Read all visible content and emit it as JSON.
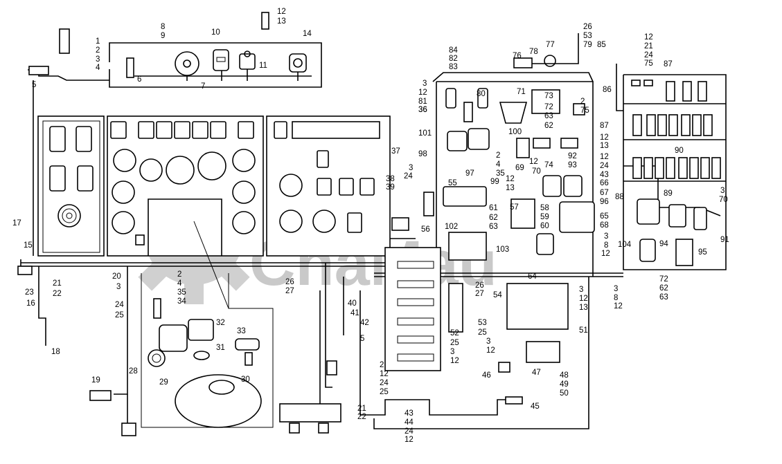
{
  "watermark": "CnaMau",
  "callouts": {
    "parts_top": [
      "1",
      "2",
      "3",
      "4",
      "5",
      "6",
      "7",
      "8",
      "9",
      "10",
      "11",
      "12",
      "13",
      "14"
    ],
    "gauges": [
      "15",
      "16",
      "17",
      "18",
      "19",
      "20",
      "21",
      "22",
      "23"
    ],
    "steering": [
      "2",
      "4",
      "35",
      "34",
      "3",
      "24",
      "25",
      "28",
      "29",
      "30",
      "31",
      "32",
      "33"
    ],
    "misc_left": [
      "26",
      "27",
      "37",
      "38",
      "39",
      "40",
      "41",
      "42",
      "5",
      "52",
      "25",
      "3",
      "12",
      "53",
      "25",
      "3",
      "12"
    ],
    "center_top": [
      "84",
      "82",
      "83",
      "76",
      "78",
      "77",
      "26",
      "53",
      "79",
      "3",
      "12",
      "81",
      "36",
      "80",
      "36",
      "71",
      "73",
      "72",
      "63",
      "62",
      "2",
      "75",
      "101",
      "98",
      "97",
      "2",
      "4",
      "35",
      "99",
      "100",
      "69",
      "74",
      "12",
      "70",
      "92",
      "93",
      "12",
      "13"
    ],
    "center_mid": [
      "3",
      "24",
      "55",
      "56",
      "61",
      "62",
      "63",
      "102",
      "103",
      "12",
      "13",
      "57",
      "58",
      "59",
      "60",
      "66",
      "67",
      "96",
      "65",
      "68",
      "64"
    ],
    "center_bottom": [
      "26",
      "27",
      "54",
      "51",
      "3",
      "12",
      "13",
      "46",
      "47",
      "48",
      "49",
      "50",
      "45",
      "2",
      "12",
      "24",
      "25",
      "21",
      "22",
      "43",
      "44",
      "24",
      "12"
    ],
    "right_panel": [
      "85",
      "12",
      "21",
      "24",
      "75",
      "86",
      "87",
      "87",
      "90",
      "12",
      "24",
      "43",
      "88",
      "89",
      "3",
      "70",
      "91",
      "94",
      "95",
      "104",
      "3",
      "8",
      "12",
      "72",
      "62",
      "63",
      "3",
      "8",
      "12"
    ]
  }
}
